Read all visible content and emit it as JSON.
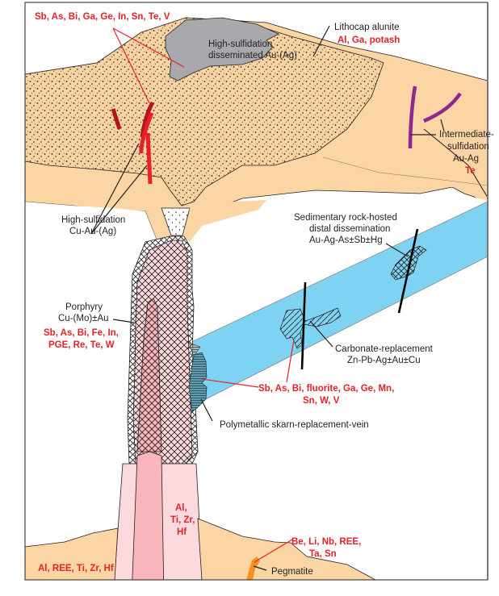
{
  "figure": {
    "colors": {
      "host_rock": "#fcd5a4",
      "lithocap": "#f9d3a1",
      "high_sulfidation_disseminated": "#a7a9ac",
      "carbonate_bed": "#7fd3f2",
      "porphyry_core": "#f9b6bc",
      "porphyry_shell": "#fadadd",
      "red_vein": "#e8202a",
      "dark_red_vein": "#b3151f",
      "intermediate_vein": "#8e278f",
      "pegmatite": "#f5921e",
      "skarn": "#5b9fb5",
      "label_red": "#e8202a",
      "label_black": "#231f20"
    },
    "labels": {
      "top_elements": "Sb, As, Bi, Ga, Ge, In, Sn, Te, V",
      "hs_disseminated": [
        "High-sulfidation",
        "disseminated Au-(Ag)"
      ],
      "lithocap": "Lithocap alunite",
      "lithocap_elements": "Al, Ga, potash",
      "intermediate": [
        "Intermediate-",
        "sulfidation",
        "Au-Ag"
      ],
      "intermediate_elements": "Te",
      "hs_cu": [
        "High-sulfidation",
        "Cu-Au-(Ag)"
      ],
      "sediment_hosted": [
        "Sedimentary rock-hosted",
        "distal dissemination",
        "Au-Ag-As±Sb±Hg"
      ],
      "porphyry": [
        "Porphyry",
        "Cu-(Mo)±Au"
      ],
      "porphyry_elements": [
        "Sb, As, Bi, Fe, In,",
        "PGE, Re, Te, W"
      ],
      "carbonate": [
        "Carbonate-replacement",
        "Zn-Pb-Ag±Au±Cu"
      ],
      "skarn_elements": [
        "Sb, As, Bi, fluorite, Ga, Ge, Mn,",
        "Sn, W, V"
      ],
      "polymetallic": "Polymetallic skarn-replacement-vein",
      "stock_elements": [
        "Al,",
        "Ti, Zr,",
        "Hf"
      ],
      "basement_elements": "Al, REE, Ti, Zr, Hf",
      "pegmatite_elements": [
        "Be, Li, Nb, REE,",
        "Ta, Sn"
      ],
      "pegmatite": "Pegmatite"
    }
  }
}
